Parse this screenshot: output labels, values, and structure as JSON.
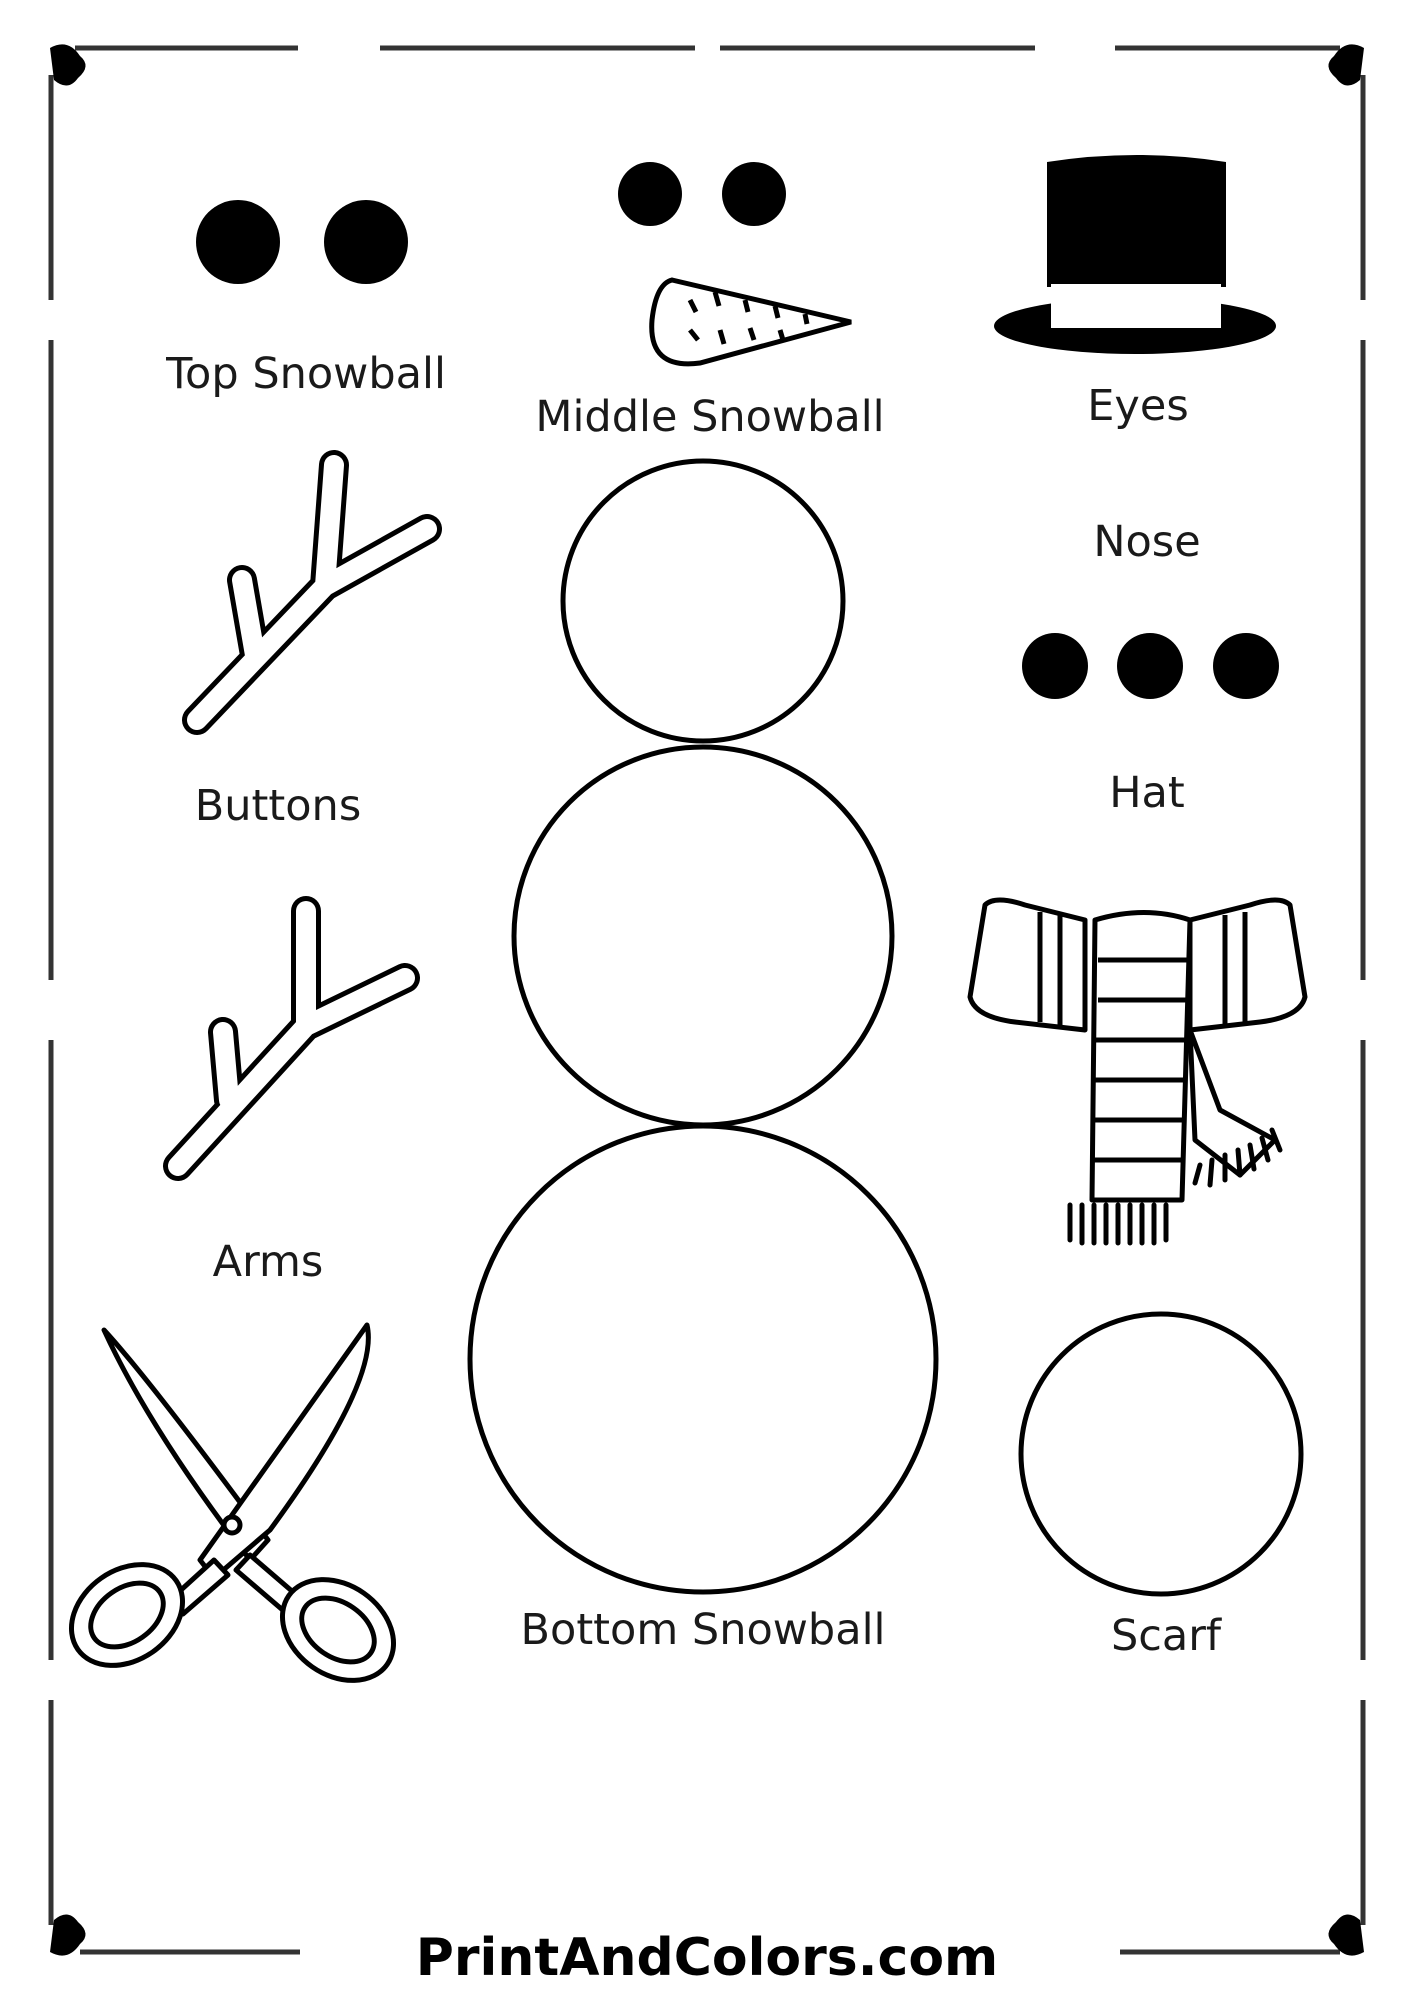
{
  "worksheet": {
    "labels": {
      "top_snowball": "Top Snowball",
      "middle_snowball": "Middle Snowball",
      "eyes": "Eyes",
      "buttons": "Buttons",
      "nose": "Nose",
      "hat": "Hat",
      "arms": "Arms",
      "bottom_snowball": "Bottom Snowball",
      "scarf": "Scarf"
    },
    "footer": "PrintAndColors.com",
    "icons": [
      "eye-dots",
      "carrot-nose",
      "top-hat",
      "stick-arm",
      "snowball-circle",
      "button-dots",
      "scarf",
      "scissors",
      "corner-heart-flourish"
    ],
    "colors": {
      "ink": "#000000",
      "paper": "#ffffff"
    }
  }
}
